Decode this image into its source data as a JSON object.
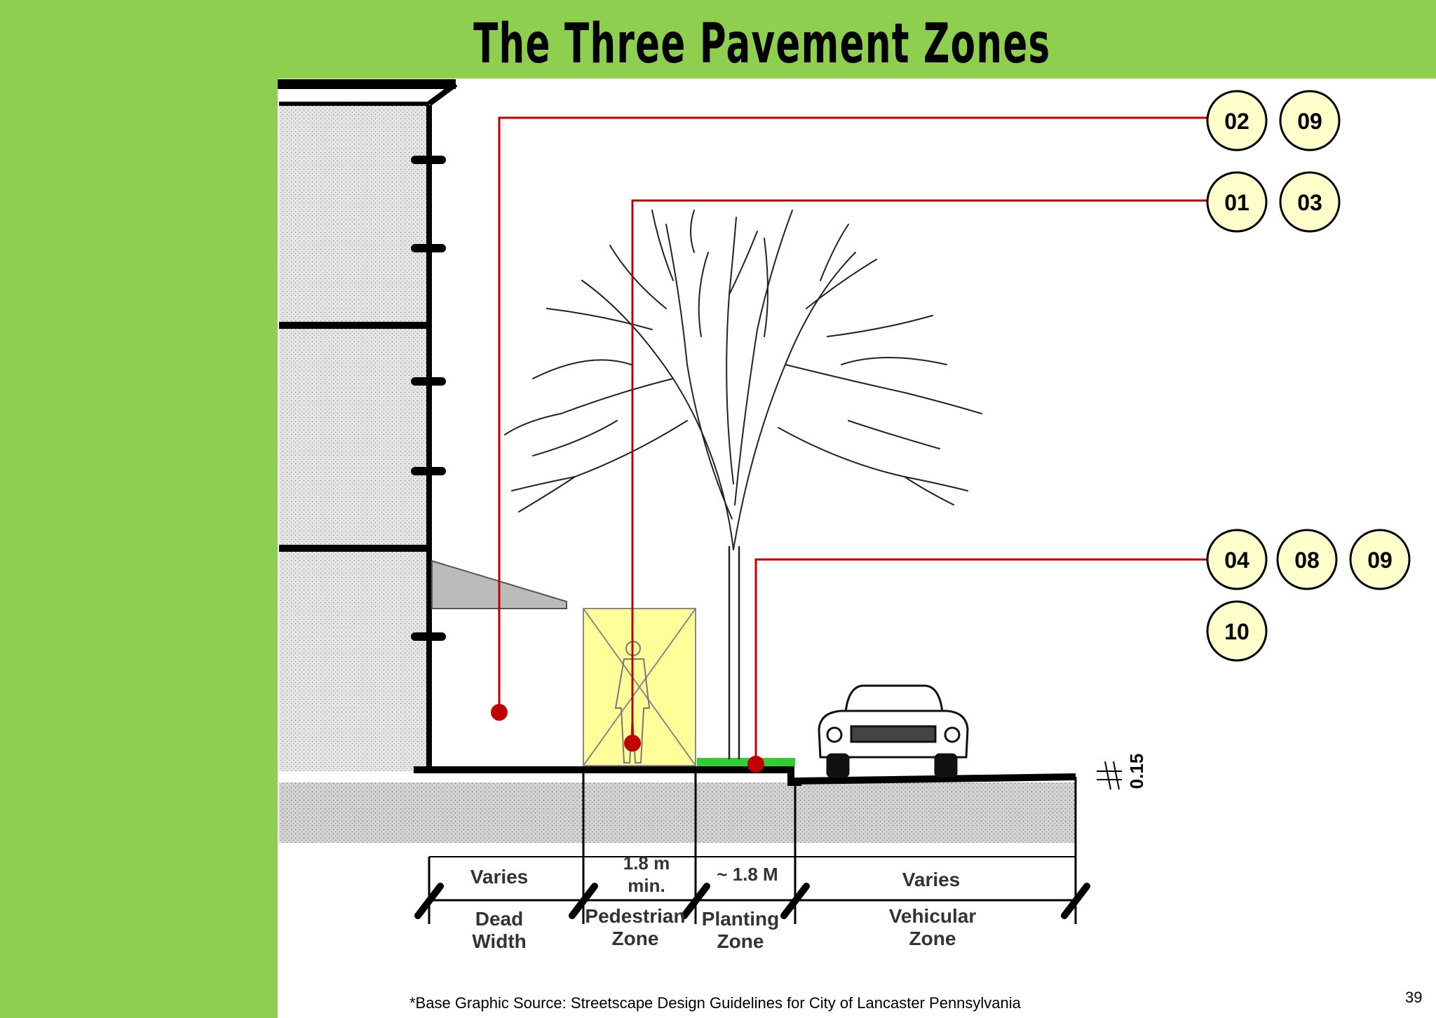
{
  "title": "The Three Pavement Zones",
  "callouts": {
    "group_top": [
      "02",
      "09"
    ],
    "group_mid": [
      "01",
      "03"
    ],
    "group_low": [
      "04",
      "08",
      "09",
      "10"
    ]
  },
  "dimensions": {
    "dead_width": "Varies",
    "pedestrian_line1": "1.8 m",
    "pedestrian_line2": "min.",
    "planting": "~ 1.8 M",
    "vehicular": "Varies",
    "curb": "0.15"
  },
  "zones": {
    "dead_line1": "Dead",
    "dead_line2": "Width",
    "pedestrian_line1": "Pedestrian",
    "pedestrian_line2": "Zone",
    "planting_line1": "Planting",
    "planting_line2": "Zone",
    "vehicular_line1": "Vehicular",
    "vehicular_line2": "Zone"
  },
  "source": "*Base Graphic Source: Streetscape Design Guidelines for City of Lancaster Pennsylvania",
  "page_number": "39",
  "colors": {
    "accent_green": "#8ecf50",
    "leader_red": "#c00000",
    "callout_fill": "#ffffcc",
    "pedestrian_box": "#ffff99",
    "planting_strip": "#33cc33"
  }
}
